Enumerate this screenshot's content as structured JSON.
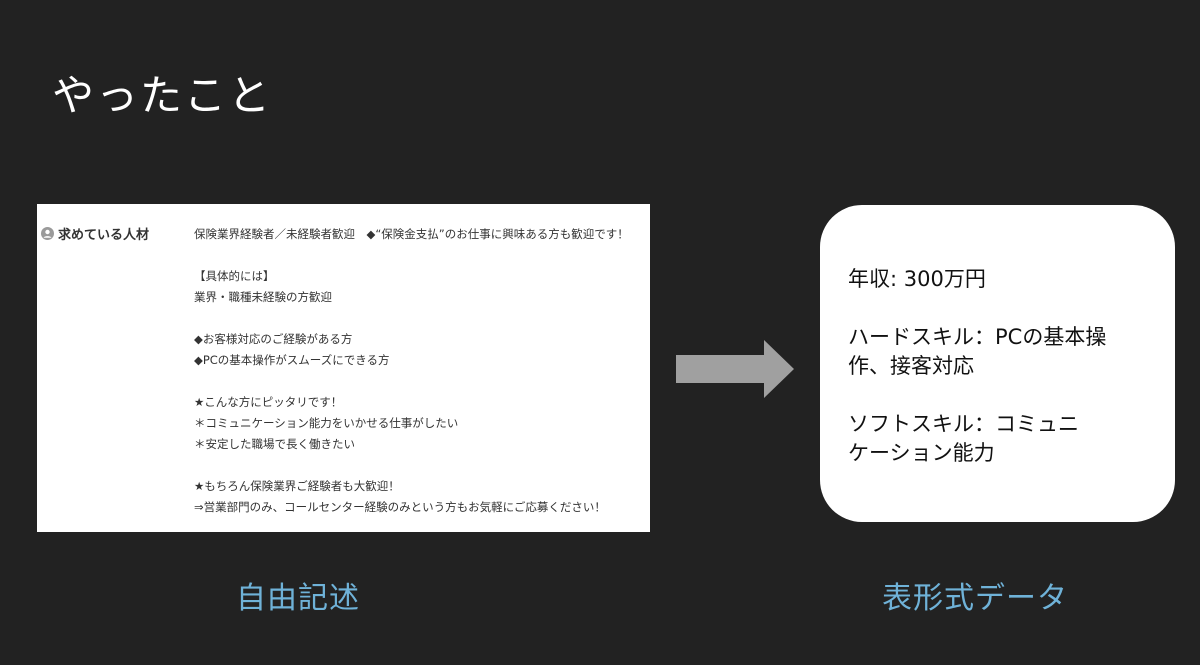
{
  "slide": {
    "title": "やったこと"
  },
  "job_card": {
    "label": "求めている人材",
    "lines": [
      "保険業界経験者／未経験者歓迎　◆“保険金支払”のお仕事に興味ある方も歓迎です！",
      "",
      "【具体的には】",
      "業界・職種未経験の方歓迎",
      "",
      "◆お客様対応のご経験がある方",
      "◆PCの基本操作がスムーズにできる方",
      "",
      "★こんな方にピッタリです！",
      "＊コミュニケーション能力をいかせる仕事がしたい",
      "＊安定した職場で長く働きたい",
      "",
      "★もちろん保険業界ご経験者も大歓迎！",
      "⇒営業部門のみ、コールセンター経験のみという方もお気軽にご応募ください！"
    ]
  },
  "data_card": {
    "lines": [
      "年収: 300万円",
      "ハードスキル：PCの基本操",
      "作、接客対応",
      "ソフトスキル：コミュニ",
      "ケーション能力"
    ]
  },
  "captions": {
    "left": "自由記述",
    "right": "表形式データ"
  },
  "colors": {
    "background": "#222222",
    "caption": "#6fb2d8",
    "arrow": "#a0a0a0"
  }
}
